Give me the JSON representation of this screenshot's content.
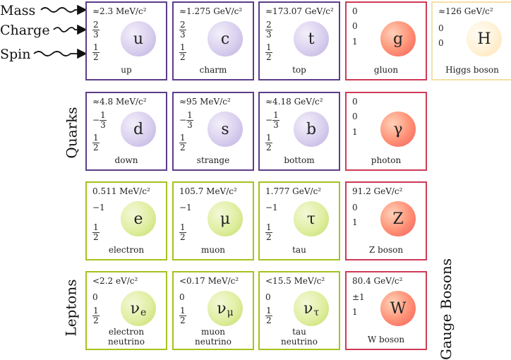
{
  "legend": {
    "mass": "Mass",
    "charge": "Charge",
    "spin": "Spin"
  },
  "groups": {
    "quarks": "Quarks",
    "leptons": "Leptons",
    "gauge_bosons": "Gauge Bosons"
  },
  "particles": {
    "up": {
      "mass": "≈2.3 MeV/c²",
      "charge_num": "2",
      "charge_den": "3",
      "charge_sign": "",
      "spin_num": "1",
      "spin_den": "2",
      "symbol": "u",
      "name": "up"
    },
    "charm": {
      "mass": "≈1.275 GeV/c²",
      "charge_num": "2",
      "charge_den": "3",
      "charge_sign": "",
      "spin_num": "1",
      "spin_den": "2",
      "symbol": "c",
      "name": "charm"
    },
    "top": {
      "mass": "≈173.07 GeV/c²",
      "charge_num": "2",
      "charge_den": "3",
      "charge_sign": "",
      "spin_num": "1",
      "spin_den": "2",
      "symbol": "t",
      "name": "top"
    },
    "down": {
      "mass": "≈4.8 MeV/c²",
      "charge_num": "1",
      "charge_den": "3",
      "charge_sign": "−",
      "spin_num": "1",
      "spin_den": "2",
      "symbol": "d",
      "name": "down"
    },
    "strange": {
      "mass": "≈95 MeV/c²",
      "charge_num": "1",
      "charge_den": "3",
      "charge_sign": "−",
      "spin_num": "1",
      "spin_den": "2",
      "symbol": "s",
      "name": "strange"
    },
    "bottom": {
      "mass": "≈4.18 GeV/c²",
      "charge_num": "1",
      "charge_den": "3",
      "charge_sign": "−",
      "spin_num": "1",
      "spin_den": "2",
      "symbol": "b",
      "name": "bottom"
    },
    "electron": {
      "mass": "0.511 MeV/c²",
      "charge": "−1",
      "spin_num": "1",
      "spin_den": "2",
      "symbol": "e",
      "name": "electron"
    },
    "muon": {
      "mass": "105.7 MeV/c²",
      "charge": "−1",
      "spin_num": "1",
      "spin_den": "2",
      "symbol": "μ",
      "name": "muon"
    },
    "tau": {
      "mass": "1.777 GeV/c²",
      "charge": "−1",
      "spin_num": "1",
      "spin_den": "2",
      "symbol": "τ",
      "name": "tau"
    },
    "nu_e": {
      "mass": "<2.2 eV/c²",
      "charge": "0",
      "spin_num": "1",
      "spin_den": "2",
      "symbol": "ν",
      "symbol_sub": "e",
      "name_line1": "electron",
      "name_line2": "neutrino"
    },
    "nu_mu": {
      "mass": "<0.17 MeV/c²",
      "charge": "0",
      "spin_num": "1",
      "spin_den": "2",
      "symbol": "ν",
      "symbol_sub": "μ",
      "name_line1": "muon",
      "name_line2": "neutrino"
    },
    "nu_tau": {
      "mass": "<15.5 MeV/c²",
      "charge": "0",
      "spin_num": "1",
      "spin_den": "2",
      "symbol": "ν",
      "symbol_sub": "τ",
      "name_line1": "tau",
      "name_line2": "neutrino"
    },
    "gluon": {
      "mass": "0",
      "charge": "0",
      "spin": "1",
      "symbol": "g",
      "name": "gluon"
    },
    "photon": {
      "mass": "0",
      "charge": "0",
      "spin": "1",
      "symbol": "γ",
      "name": "photon"
    },
    "z": {
      "mass": "91.2 GeV/c²",
      "charge": "0",
      "spin": "1",
      "symbol": "Z",
      "name": "Z boson"
    },
    "w": {
      "mass": "80.4 GeV/c²",
      "charge": "±1",
      "spin": "1",
      "symbol": "W",
      "name": "W boson"
    },
    "higgs": {
      "mass": "≈126 GeV/c²",
      "charge": "0",
      "spin": "0",
      "symbol": "H",
      "name": "Higgs boson"
    }
  },
  "colors": {
    "quark": "#5c3d8a",
    "lepton": "#a6c21f",
    "boson": "#cf3b58",
    "higgs": "#f3dfa5"
  }
}
